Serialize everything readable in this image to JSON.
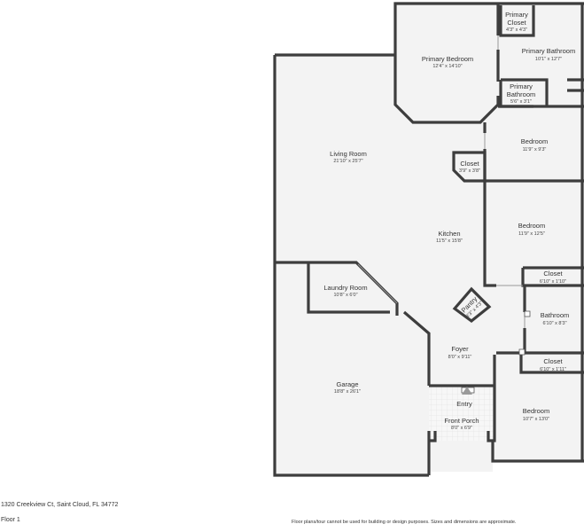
{
  "address": "1320 Creekview Ct, Saint Cloud, FL 34772",
  "floor_label": "Floor 1",
  "disclaimer": "Floor plans/tour cannot be used for building or design purposes. Sizes and dimensions are approximate.",
  "rooms": {
    "primary_closet": {
      "name_line1": "Primary",
      "name_line2": "Closet",
      "dims": "4'3\" x 4'3\""
    },
    "primary_bedroom": {
      "name": "Primary Bedroom",
      "dims": "12'4\" x 14'10\""
    },
    "primary_bathroom": {
      "name": "Primary Bathroom",
      "dims": "10'1\" x 12'7\""
    },
    "primary_bathroom_small": {
      "name_line1": "Primary",
      "name_line2": "Bathroom",
      "dims": "5'6\" x 3'1\""
    },
    "living_room": {
      "name": "Living Room",
      "dims": "21'10\" x 25'7\""
    },
    "bedroom_1": {
      "name": "Bedroom",
      "dims": "11'9\" x 9'3\""
    },
    "closet_center": {
      "name": "Closet",
      "dims": "3'9\" x 3'8\""
    },
    "kitchen": {
      "name": "Kitchen",
      "dims": "11'5\" x 15'8\""
    },
    "bedroom_2": {
      "name": "Bedroom",
      "dims": "11'9\" x 12'5\""
    },
    "closet_2": {
      "name": "Closet",
      "dims": "6'10\" x 1'10\""
    },
    "laundry_room": {
      "name": "Laundry Room",
      "dims": "10'8\" x 6'0\""
    },
    "pantry": {
      "name": "Pantry",
      "dims": "3'3\" x 4'3\""
    },
    "bathroom": {
      "name": "Bathroom",
      "dims": "6'10\" x 8'3\""
    },
    "foyer": {
      "name": "Foyer",
      "dims": "8'0\" x 9'11\""
    },
    "closet_3": {
      "name": "Closet",
      "dims": "6'10\" x 1'11\""
    },
    "garage": {
      "name": "Garage",
      "dims": "18'8\" x 26'1\""
    },
    "entry": {
      "name": "Entry"
    },
    "front_porch": {
      "name": "Front Porch",
      "dims": "8'0\" x 6'9\""
    },
    "bedroom_3": {
      "name": "Bedroom",
      "dims": "10'7\" x 13'0\""
    }
  }
}
